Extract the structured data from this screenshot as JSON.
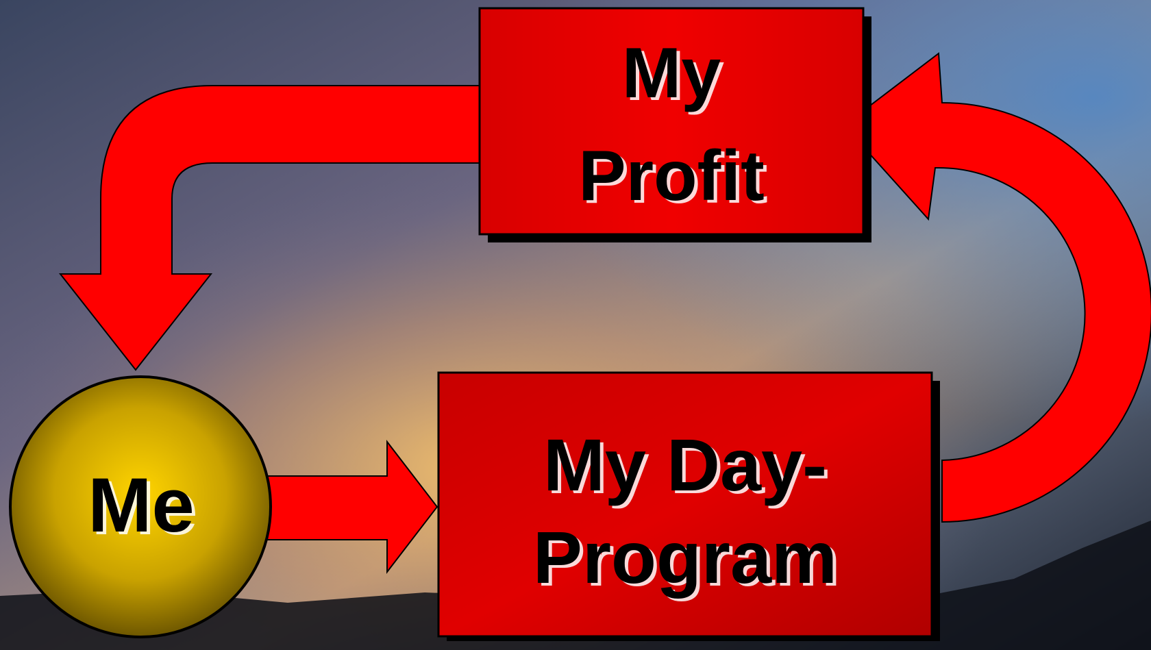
{
  "nodes": {
    "top": {
      "line1": "My",
      "line2": "Profit"
    },
    "bottom": {
      "line1": "My Day-",
      "line2": "Program"
    },
    "circle": {
      "label": "Me"
    }
  },
  "colors": {
    "arrow": "#ff0000",
    "box": "#e00000",
    "box_dark": "#c00000",
    "circle": "#d9b400",
    "circle_dark": "#7a6100",
    "outline": "#000000"
  }
}
